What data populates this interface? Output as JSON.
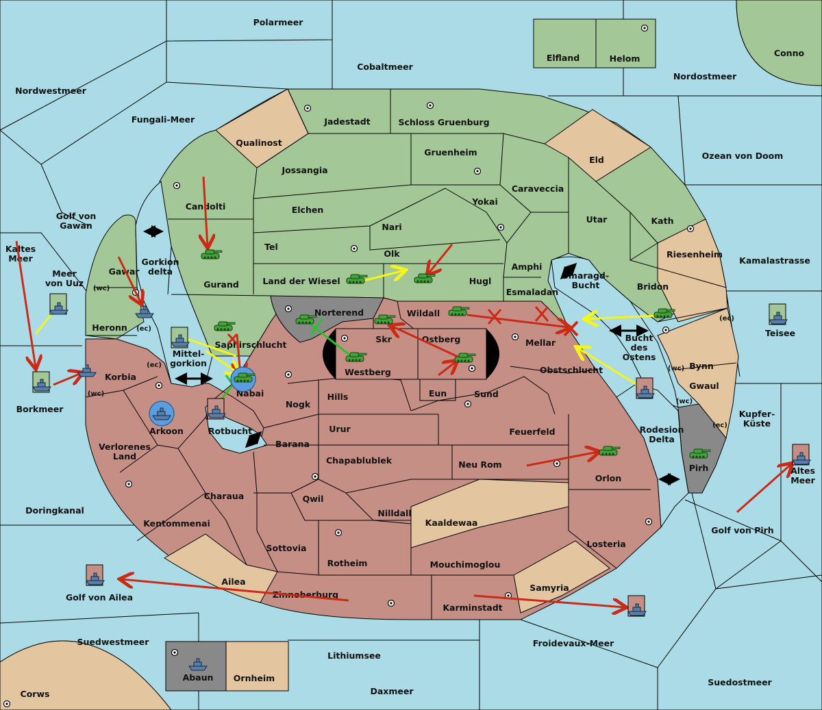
{
  "colors": {
    "sea": "#aadbe6",
    "green_power": "#a3c797",
    "red_power": "#c58f85",
    "neutral_tan": "#e3c59f",
    "grey_power": "#898989",
    "move_order": "#cc2a17",
    "support_order": "#f5f518",
    "convoy_order": "#2bc22b"
  },
  "sea_labels": {
    "polarmeer": "Polarmeer",
    "cobaltmeer": "Cobaltmeer",
    "nordwestmeer": "Nordwestmeer",
    "fungali": "Fungali-Meer",
    "nordostmeer": "Nordostmeer",
    "conno": "Conno",
    "ozean": "Ozean von Doom",
    "golf_gawan": "Golf von\nGawan",
    "kaltes": "Kaltes\nMeer",
    "meer_uuz": "Meer\nvon Uuz",
    "gorkion": "Gorkion\ndelta",
    "smaragd": "Smaragd-\nBucht",
    "kamala": "Kamalastrasse",
    "teisee": "Teisee",
    "bucht_ostens": "Bucht\ndes\nOstens",
    "mittel": "Mittel-\ngorkion",
    "borkmeer": "Borkmeer",
    "arkoon": "Arkoon",
    "rotbucht": "Rotbucht",
    "kupfer": "Kupfer-\nKüste",
    "rodesion": "Rodesion\nDelta",
    "altes": "Altes\nMeer",
    "doringkanal": "Doringkanal",
    "golf_pirh": "Golf von Pirh",
    "golf_ailea": "Golf von Ailea",
    "suedwestmeer": "Suedwestmeer",
    "lithiumsee": "Lithiumsee",
    "froidevaux": "Froidevaux-Meer",
    "daxmeer": "Daxmeer",
    "suedostmeer": "Suedostmeer",
    "corws": "Corws"
  },
  "land_labels": {
    "elfland": "Elfland",
    "helom": "Helom",
    "qualinost": "Qualinost",
    "jadestadt": "Jadestadt",
    "schloss": "Schloss Gruenburg",
    "gruenheim": "Gruenheim",
    "eld": "Eld",
    "jossangia": "Jossangia",
    "caraveccia": "Caraveccia",
    "candolti": "Candolti",
    "elchen": "Elchen",
    "yokai": "Yokai",
    "utar": "Utar",
    "kath": "Kath",
    "nari": "Nari",
    "tel": "Tel",
    "olk": "Olk",
    "riesenheim": "Riesenheim",
    "amphi": "Amphi",
    "gawar": "Gawar",
    "gurand": "Gurand",
    "land_wiesel": "Land der Wiesel",
    "hugl": "Hugl",
    "bridon": "Bridon",
    "esmaladan": "Esmaladan",
    "heronn": "Heronn",
    "norterend": "Norterend",
    "wildall": "Wildall",
    "skr": "Skr",
    "ostberg": "Ostberg",
    "mellar": "Mellar",
    "saphir": "Saphirschlucht",
    "westberg": "Westberg",
    "bynn": "Bynn",
    "obstschlucht": "Obstschlucht",
    "korbia": "Korbia",
    "nabai": "Nabai",
    "eun": "Eun",
    "sund": "Sund",
    "gwaul": "Gwaul",
    "hills": "Hills",
    "nogk": "Nogk",
    "urur": "Urur",
    "feuerfeld": "Feuerfeld",
    "barana": "Barana",
    "verlorenes": "Verlorenes\nLand",
    "chapa": "Chapablublek",
    "neu_rom": "Neu Rom",
    "orlon": "Orlon",
    "pirh": "Pirh",
    "charaua": "Charaua",
    "qwil": "Qwil",
    "nilldall": "Nilldall",
    "kaaldewaa": "Kaaldewaa",
    "kentommenai": "Kentommenai",
    "sottovia": "Sottovia",
    "losteria": "Losteria",
    "rotheim": "Rotheim",
    "mouchimoglou": "Mouchimoglou",
    "ailea": "Ailea",
    "samyria": "Samyria",
    "zinnoberburg": "Zinnoberburg",
    "karminstadt": "Karminstadt",
    "abaun": "Abaun",
    "ornheim": "Ornheim"
  },
  "coast_labels": {
    "ec": "(ec)",
    "wc": "(wc)"
  },
  "icons": {
    "army": "tank-icon",
    "fleet": "ship-icon",
    "supply_center": "supply-center-icon",
    "failed": "x-mark-icon"
  }
}
